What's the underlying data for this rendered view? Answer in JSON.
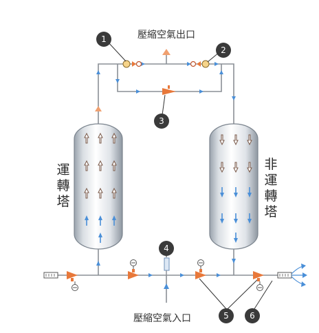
{
  "labels": {
    "outlet": "壓縮空氣出口",
    "inlet": "壓縮空氣入口",
    "tower_active": "運轉塔",
    "tower_idle": "非運轉塔"
  },
  "callouts": [
    "1",
    "2",
    "3",
    "4",
    "5",
    "6"
  ],
  "colors": {
    "pipe": "#8a8f96",
    "flow_arrow": "#4a8fd8",
    "valve_orange": "#e8783a",
    "callout_fill": "#3a3a3a"
  },
  "icons": [
    "check-valve-icon",
    "pressure-gauge-icon",
    "silencer-icon",
    "exhaust-arrow-icon"
  ]
}
